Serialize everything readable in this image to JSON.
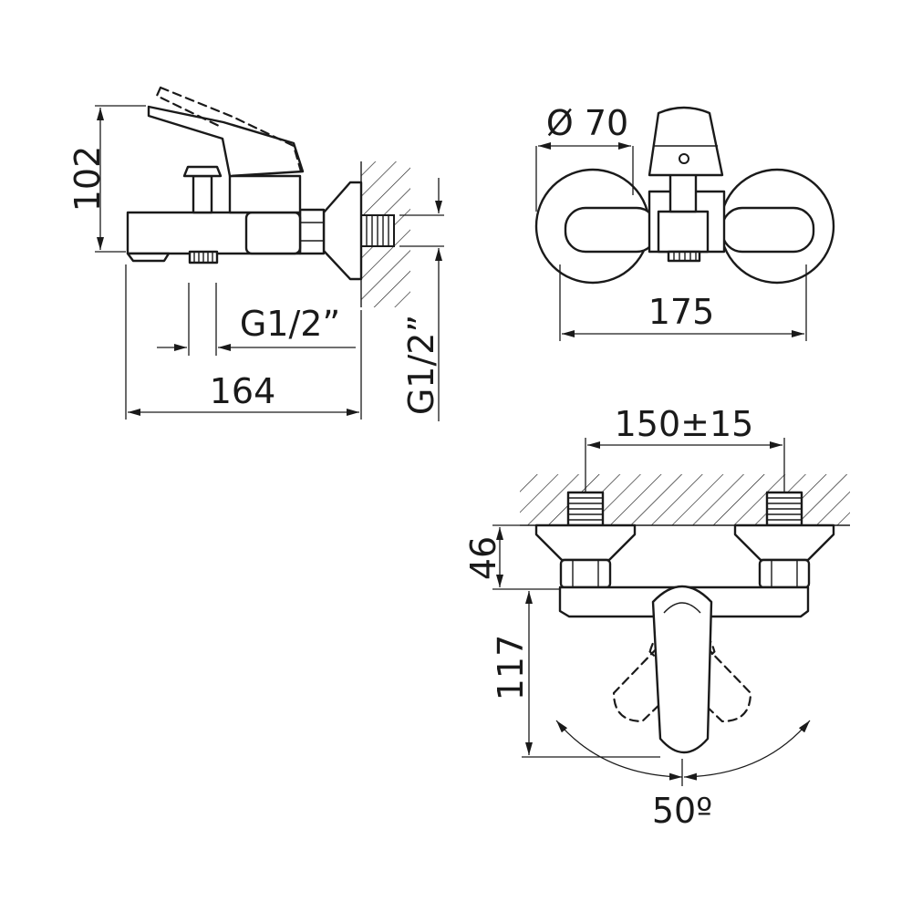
{
  "dimensions": {
    "height_side": "102",
    "thread_spout": "G1/2”",
    "thread_wall": "G1/2”",
    "depth": "164",
    "diameter": "Ø 70",
    "width_front": "175",
    "centers": "150±15",
    "eccentric_depth": "46",
    "height_top": "117",
    "angle": "50º"
  },
  "style": {
    "line_color": "#1a1a1a",
    "background": "#ffffff"
  }
}
